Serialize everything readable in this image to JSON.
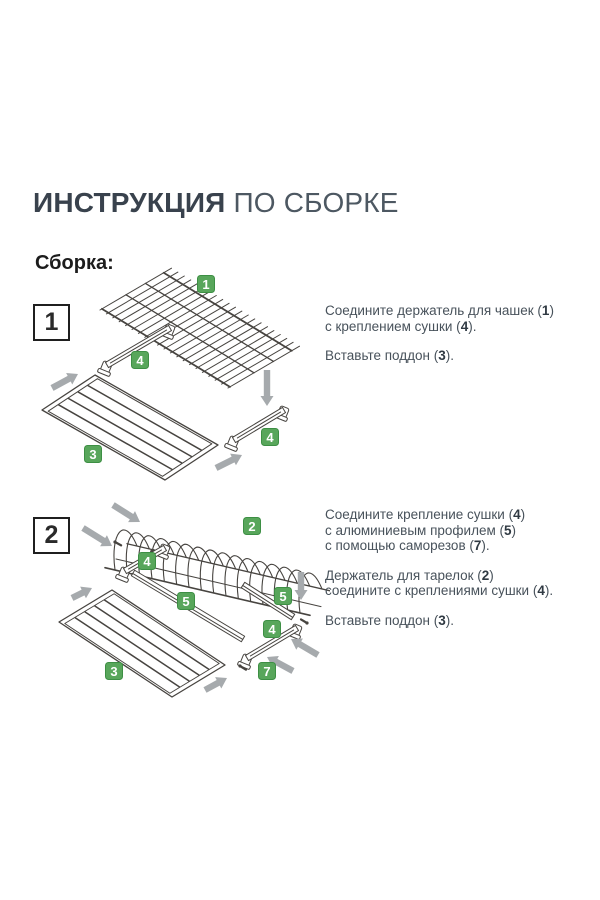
{
  "title": {
    "bold_part": "ИНСТРУКЦИЯ",
    "light_part": " ПО СБОРКЕ"
  },
  "section_heading": "Сборка:",
  "colors": {
    "badge_green": "#58a65b",
    "badge_border": "#3d8f44",
    "arrow_gray": "#a6aaad",
    "line_art": "#474440",
    "title_dark": "#39424d",
    "title_light": "#4d5862",
    "body_text": "#48525b"
  },
  "steps": [
    {
      "number": "1",
      "badges": [
        "1",
        "4",
        "3",
        "4"
      ],
      "paragraphs": [
        [
          "Соедините держатель для чашек (1)",
          "с креплением сушки (4)."
        ],
        [
          "Вставьте поддон (3)."
        ]
      ]
    },
    {
      "number": "2",
      "badges": [
        "2",
        "4",
        "5",
        "5",
        "4",
        "3",
        "7"
      ],
      "paragraphs": [
        [
          "Соедините крепление сушки (4)",
          "с алюминиевым профилем (5)",
          "с помощью саморезов (7)."
        ],
        [
          "Держатель для тарелок (2)",
          "соедините с креплениями сушки (4)."
        ],
        [
          "Вставьте поддон (3)."
        ]
      ]
    }
  ]
}
